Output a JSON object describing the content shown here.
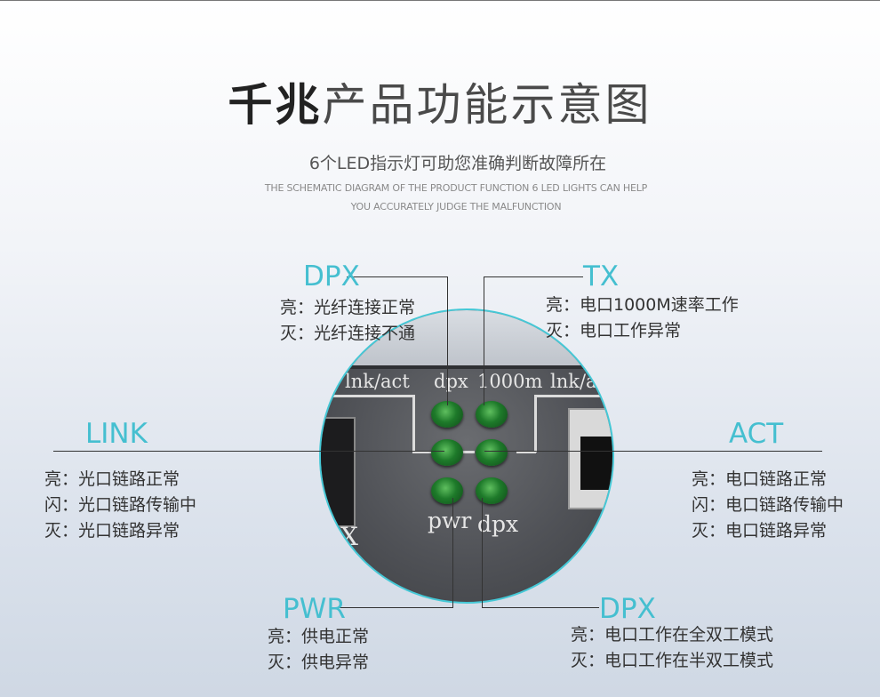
{
  "header": {
    "title_bold": "千兆",
    "title_rest": "产品功能示意图",
    "subtitle": "6个LED指示灯可助您准确判断故障所在",
    "english_line1": "THE SCHEMATIC DIAGRAM OF THE PRODUCT FUNCTION 6 LED LIGHTS CAN HELP",
    "english_line2": "YOU ACCURATELY JUDGE THE MALFUNCTION"
  },
  "indicators": {
    "dpx_top": {
      "label": "DPX",
      "lines": [
        "亮：光纤连接正常",
        "灭：光纤连接不通"
      ]
    },
    "tx": {
      "label": "TX",
      "lines": [
        "亮：电口1000M速率工作",
        "灭：电口工作异常"
      ]
    },
    "link": {
      "label": "LINK",
      "lines": [
        "亮：光口链路正常",
        "闪：光口链路传输中",
        "灭：光口链路异常"
      ]
    },
    "act": {
      "label": "ACT",
      "lines": [
        "亮：电口链路正常",
        "闪：电口链路传输中",
        "灭：电口链路异常"
      ]
    },
    "pwr": {
      "label": "PWR",
      "lines": [
        "亮：供电正常",
        "灭：供电异常"
      ]
    },
    "dpx_bottom": {
      "label": "DPX",
      "lines": [
        "亮：电口工作在全双工模式",
        "灭：电口工作在半双工模式"
      ]
    }
  },
  "device": {
    "silk_lnk_left": "lnk/act",
    "silk_dpx": "dpx",
    "silk_1000m": "1000m",
    "silk_lnk_right": "lnk/a",
    "silk_pwr": "pwr",
    "silk_dpx_bottom": "dpx",
    "silk_x": "X"
  },
  "colors": {
    "accent": "#45bfd0",
    "led_green": "#2a8a34",
    "text": "#333333"
  }
}
